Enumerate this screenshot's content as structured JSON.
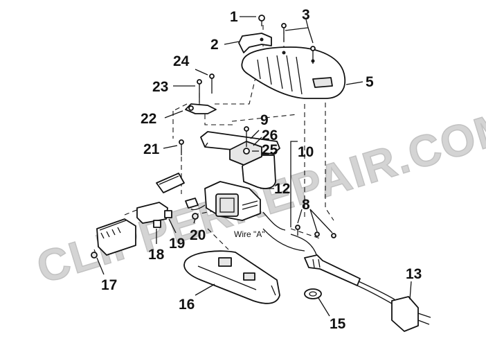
{
  "diagram": {
    "watermark": "CLIPPERREPAIR.COM",
    "wire_label": "Wire \"A\"",
    "callouts": {
      "c1": "1",
      "c2": "2",
      "c3": "3",
      "c5": "5",
      "c8": "8",
      "c9": "9",
      "c10": "10",
      "c12": "12",
      "c13": "13",
      "c15": "15",
      "c16": "16",
      "c17": "17",
      "c18": "18",
      "c19": "19",
      "c20": "20",
      "c21": "21",
      "c22": "22",
      "c23": "23",
      "c24": "24",
      "c25": "25",
      "c26": "26"
    }
  }
}
